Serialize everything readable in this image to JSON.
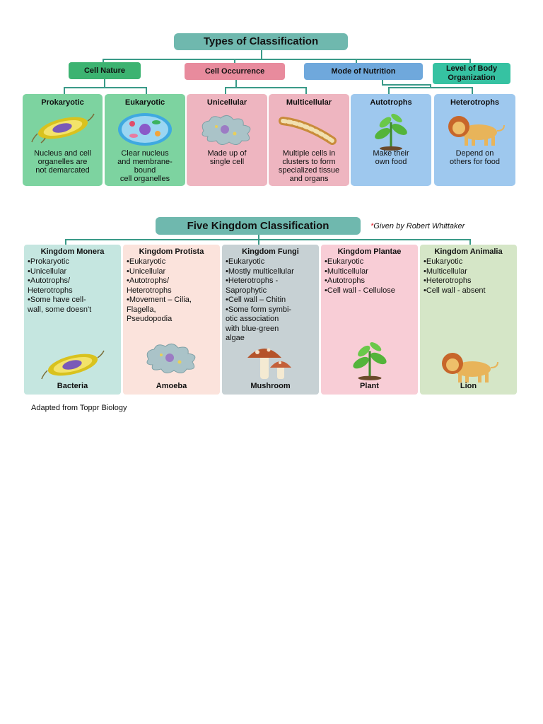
{
  "top": {
    "title": "Types of Classification",
    "categories": [
      {
        "label": "Cell Nature",
        "color": "#3cb371"
      },
      {
        "label": "Cell Occurrence",
        "color": "#e88b9d"
      },
      {
        "label": "Mode of Nutrition",
        "color": "#6fa8dc"
      },
      {
        "label": "Level of Body\nOrganization",
        "color": "#36c2a2"
      }
    ],
    "cards": [
      {
        "title": "Prokaryotic",
        "desc": "Nucleus and cell\norganelles are\nnot demarcated",
        "icon": "bacteria-icon"
      },
      {
        "title": "Eukaryotic",
        "desc": "Clear nucleus\nand membrane-\nbound\ncell organelles",
        "icon": "eukaryotic-cell-icon"
      },
      {
        "title": "Unicellular",
        "desc": "Made up of\nsingle cell",
        "icon": "amoeba-icon"
      },
      {
        "title": "Multicellular",
        "desc": "Multiple cells in\nclusters to form\nspecialized tissue\nand organs",
        "icon": "multicellular-organism-icon"
      },
      {
        "title": "Autotrophs",
        "desc": "Make their\nown food",
        "icon": "plant-icon"
      },
      {
        "title": "Heterotrophs",
        "desc": "Depend on\nothers for food",
        "icon": "lion-icon"
      }
    ]
  },
  "kingdoms": {
    "title": "Five Kingdom Classification",
    "note_star": "*",
    "note_text": "Given by Robert Whittaker",
    "items": [
      {
        "title": "Kingdom Monera",
        "points": [
          "•Prokaryotic",
          "•Unicellular",
          "•Autotrophs/\n  Heterotrophs",
          "•Some have cell-\n  wall, some doesn't"
        ],
        "label": "Bacteria",
        "icon": "bacteria-icon",
        "color": "#c5e6e0"
      },
      {
        "title": "Kingdom Protista",
        "points": [
          "•Eukaryotic",
          "•Unicellular",
          "•Autotrophs/\n  Heterotrophs",
          "•Movement – Cilia,\n  Flagella,\n  Pseudopodia"
        ],
        "label": "Amoeba",
        "icon": "amoeba-icon",
        "color": "#fbe3dc"
      },
      {
        "title": "Kingdom Fungi",
        "points": [
          "•Eukaryotic",
          "•Mostly multicellular",
          "•Heterotrophs -\n  Saprophytic",
          "•Cell wall – Chitin",
          "•Some form symbi-\n  otic association\n  with blue-green\n  algae"
        ],
        "label": "Mushroom",
        "icon": "mushroom-icon",
        "color": "#c7d1d4"
      },
      {
        "title": "Kingdom Plantae",
        "points": [
          "•Eukaryotic",
          "•Multicellular",
          "•Autotrophs",
          "•Cell wall - Cellulose"
        ],
        "label": "Plant",
        "icon": "plant-icon",
        "color": "#f8cdd6"
      },
      {
        "title": "Kingdom Animalia",
        "points": [
          "•Eukaryotic",
          "•Multicellular",
          "•Heterotrophs",
          "•Cell wall - absent"
        ],
        "label": "Lion",
        "icon": "lion-icon",
        "color": "#d5e6c7"
      }
    ]
  },
  "footer": "Adapted from Toppr Biology"
}
